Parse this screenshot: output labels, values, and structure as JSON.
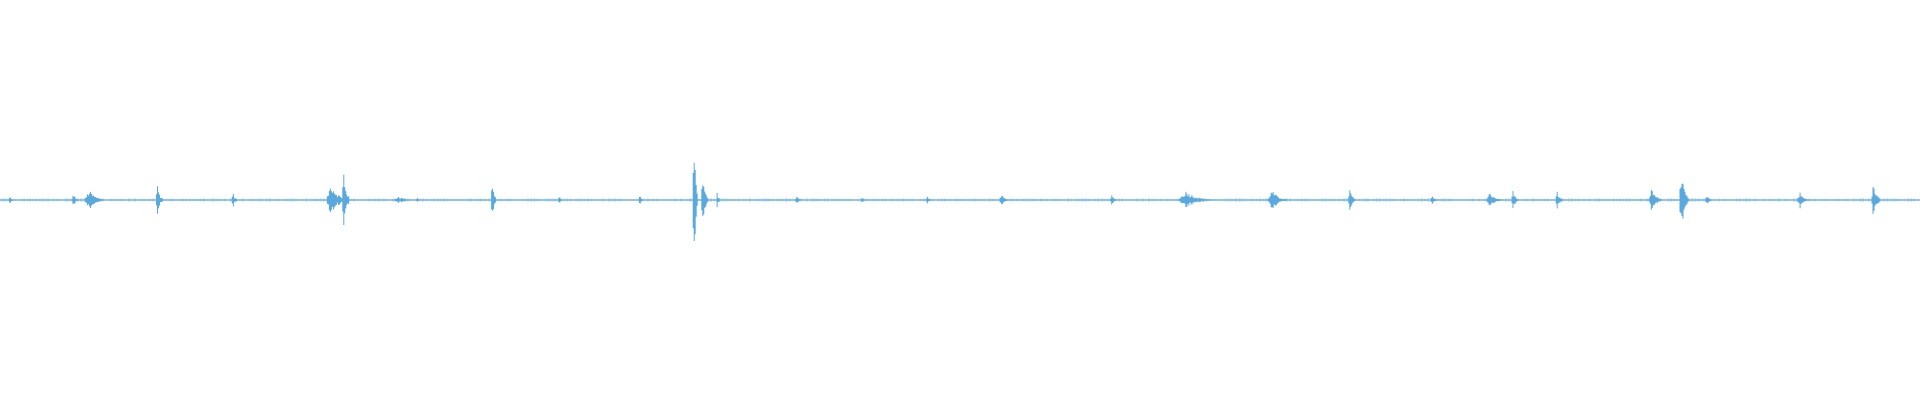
{
  "waveform": {
    "color": "#5aa9de",
    "background": "#ffffff",
    "amplitude_scale": [
      -1,
      1
    ],
    "duration_fraction_axis": [
      0,
      1
    ],
    "bursts": [
      {
        "t": 0.006,
        "amp": 0.02,
        "width": 0.003
      },
      {
        "t": 0.039,
        "amp": 0.04,
        "width": 0.003
      },
      {
        "t": 0.049,
        "amp": 0.05,
        "width": 0.01
      },
      {
        "t": 0.083,
        "amp": 0.08,
        "width": 0.004
      },
      {
        "t": 0.122,
        "amp": 0.045,
        "width": 0.003
      },
      {
        "t": 0.175,
        "amp": 0.09,
        "width": 0.01
      },
      {
        "t": 0.18,
        "amp": 0.16,
        "width": 0.004
      },
      {
        "t": 0.21,
        "amp": 0.02,
        "width": 0.01
      },
      {
        "t": 0.218,
        "amp": 0.015,
        "width": 0.003
      },
      {
        "t": 0.257,
        "amp": 0.1,
        "width": 0.003
      },
      {
        "t": 0.292,
        "amp": 0.02,
        "width": 0.003
      },
      {
        "t": 0.334,
        "amp": 0.025,
        "width": 0.003
      },
      {
        "t": 0.362,
        "amp": 0.42,
        "width": 0.003
      },
      {
        "t": 0.367,
        "amp": 0.12,
        "width": 0.004
      },
      {
        "t": 0.374,
        "amp": 0.05,
        "width": 0.002
      },
      {
        "t": 0.416,
        "amp": 0.02,
        "width": 0.004
      },
      {
        "t": 0.45,
        "amp": 0.015,
        "width": 0.003
      },
      {
        "t": 0.484,
        "amp": 0.02,
        "width": 0.004
      },
      {
        "t": 0.523,
        "amp": 0.025,
        "width": 0.005
      },
      {
        "t": 0.58,
        "amp": 0.025,
        "width": 0.004
      },
      {
        "t": 0.622,
        "amp": 0.045,
        "width": 0.017
      },
      {
        "t": 0.665,
        "amp": 0.05,
        "width": 0.01
      },
      {
        "t": 0.704,
        "amp": 0.06,
        "width": 0.004
      },
      {
        "t": 0.747,
        "amp": 0.02,
        "width": 0.004
      },
      {
        "t": 0.778,
        "amp": 0.04,
        "width": 0.008
      },
      {
        "t": 0.789,
        "amp": 0.05,
        "width": 0.004
      },
      {
        "t": 0.812,
        "amp": 0.045,
        "width": 0.004
      },
      {
        "t": 0.862,
        "amp": 0.06,
        "width": 0.007
      },
      {
        "t": 0.877,
        "amp": 0.14,
        "width": 0.005
      },
      {
        "t": 0.89,
        "amp": 0.025,
        "width": 0.004
      },
      {
        "t": 0.939,
        "amp": 0.04,
        "width": 0.006
      },
      {
        "t": 0.977,
        "amp": 0.08,
        "width": 0.005
      }
    ]
  }
}
